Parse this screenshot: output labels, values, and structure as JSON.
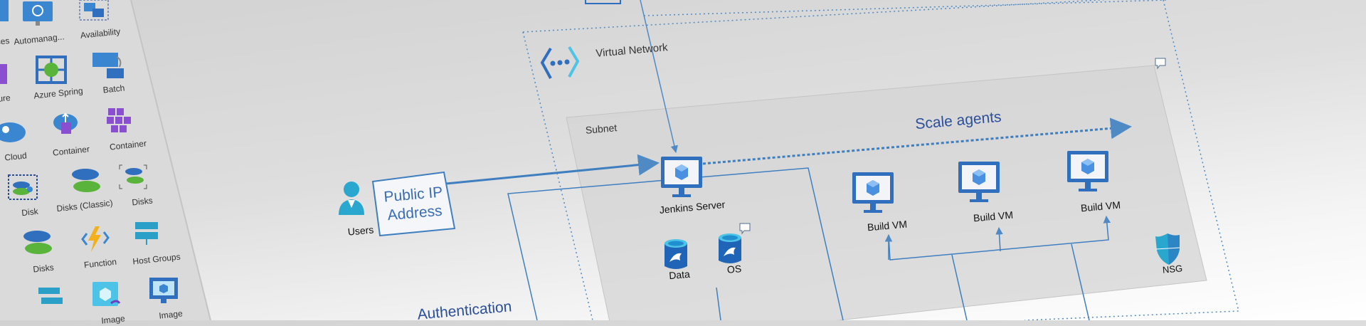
{
  "palette": {
    "items": [
      {
        "label": "ces",
        "icon": "service-icon"
      },
      {
        "label": "Automanag...",
        "icon": "automanage-icon"
      },
      {
        "label": "Availability",
        "icon": "availability-set-icon"
      },
      {
        "label": "ure",
        "icon": "purple-service-icon"
      },
      {
        "label": "Azure Spring",
        "icon": "azure-spring-icon"
      },
      {
        "label": "Batch",
        "icon": "batch-icon"
      },
      {
        "label": "Cloud",
        "icon": "cloud-service-icon"
      },
      {
        "label": "Container",
        "icon": "container-instance-icon"
      },
      {
        "label": "Container",
        "icon": "container-registry-icon"
      },
      {
        "label": "Disk",
        "icon": "disk-encryption-icon"
      },
      {
        "label": "Disks (Classic)",
        "icon": "disks-classic-icon"
      },
      {
        "label": "Disks",
        "icon": "disks-snapshot-icon"
      },
      {
        "label": "Disks",
        "icon": "disks-icon"
      },
      {
        "label": "Function",
        "icon": "function-icon"
      },
      {
        "label": "Host Groups",
        "icon": "host-groups-icon"
      },
      {
        "label": "Image",
        "icon": "image-definition-icon"
      },
      {
        "label": "Image",
        "icon": "image-icon"
      }
    ]
  },
  "diagram": {
    "virtual_network": "Virtual Network",
    "subnet": "Subnet",
    "scale_agents": "Scale agents",
    "users": "Users",
    "public_ip_line1": "Public IP",
    "public_ip_line2": "Address",
    "jenkins": "Jenkins Server",
    "data_disk": "Data",
    "os_disk": "OS",
    "build_vms": [
      "Build VM",
      "Build VM",
      "Build VM"
    ],
    "nsg": "NSG",
    "authentication": "Authentication"
  },
  "colors": {
    "line": "#3f7fbf",
    "accent": "#2b4f9a",
    "monitor": "#2f6fbd",
    "palette_bg": "#dadada"
  }
}
